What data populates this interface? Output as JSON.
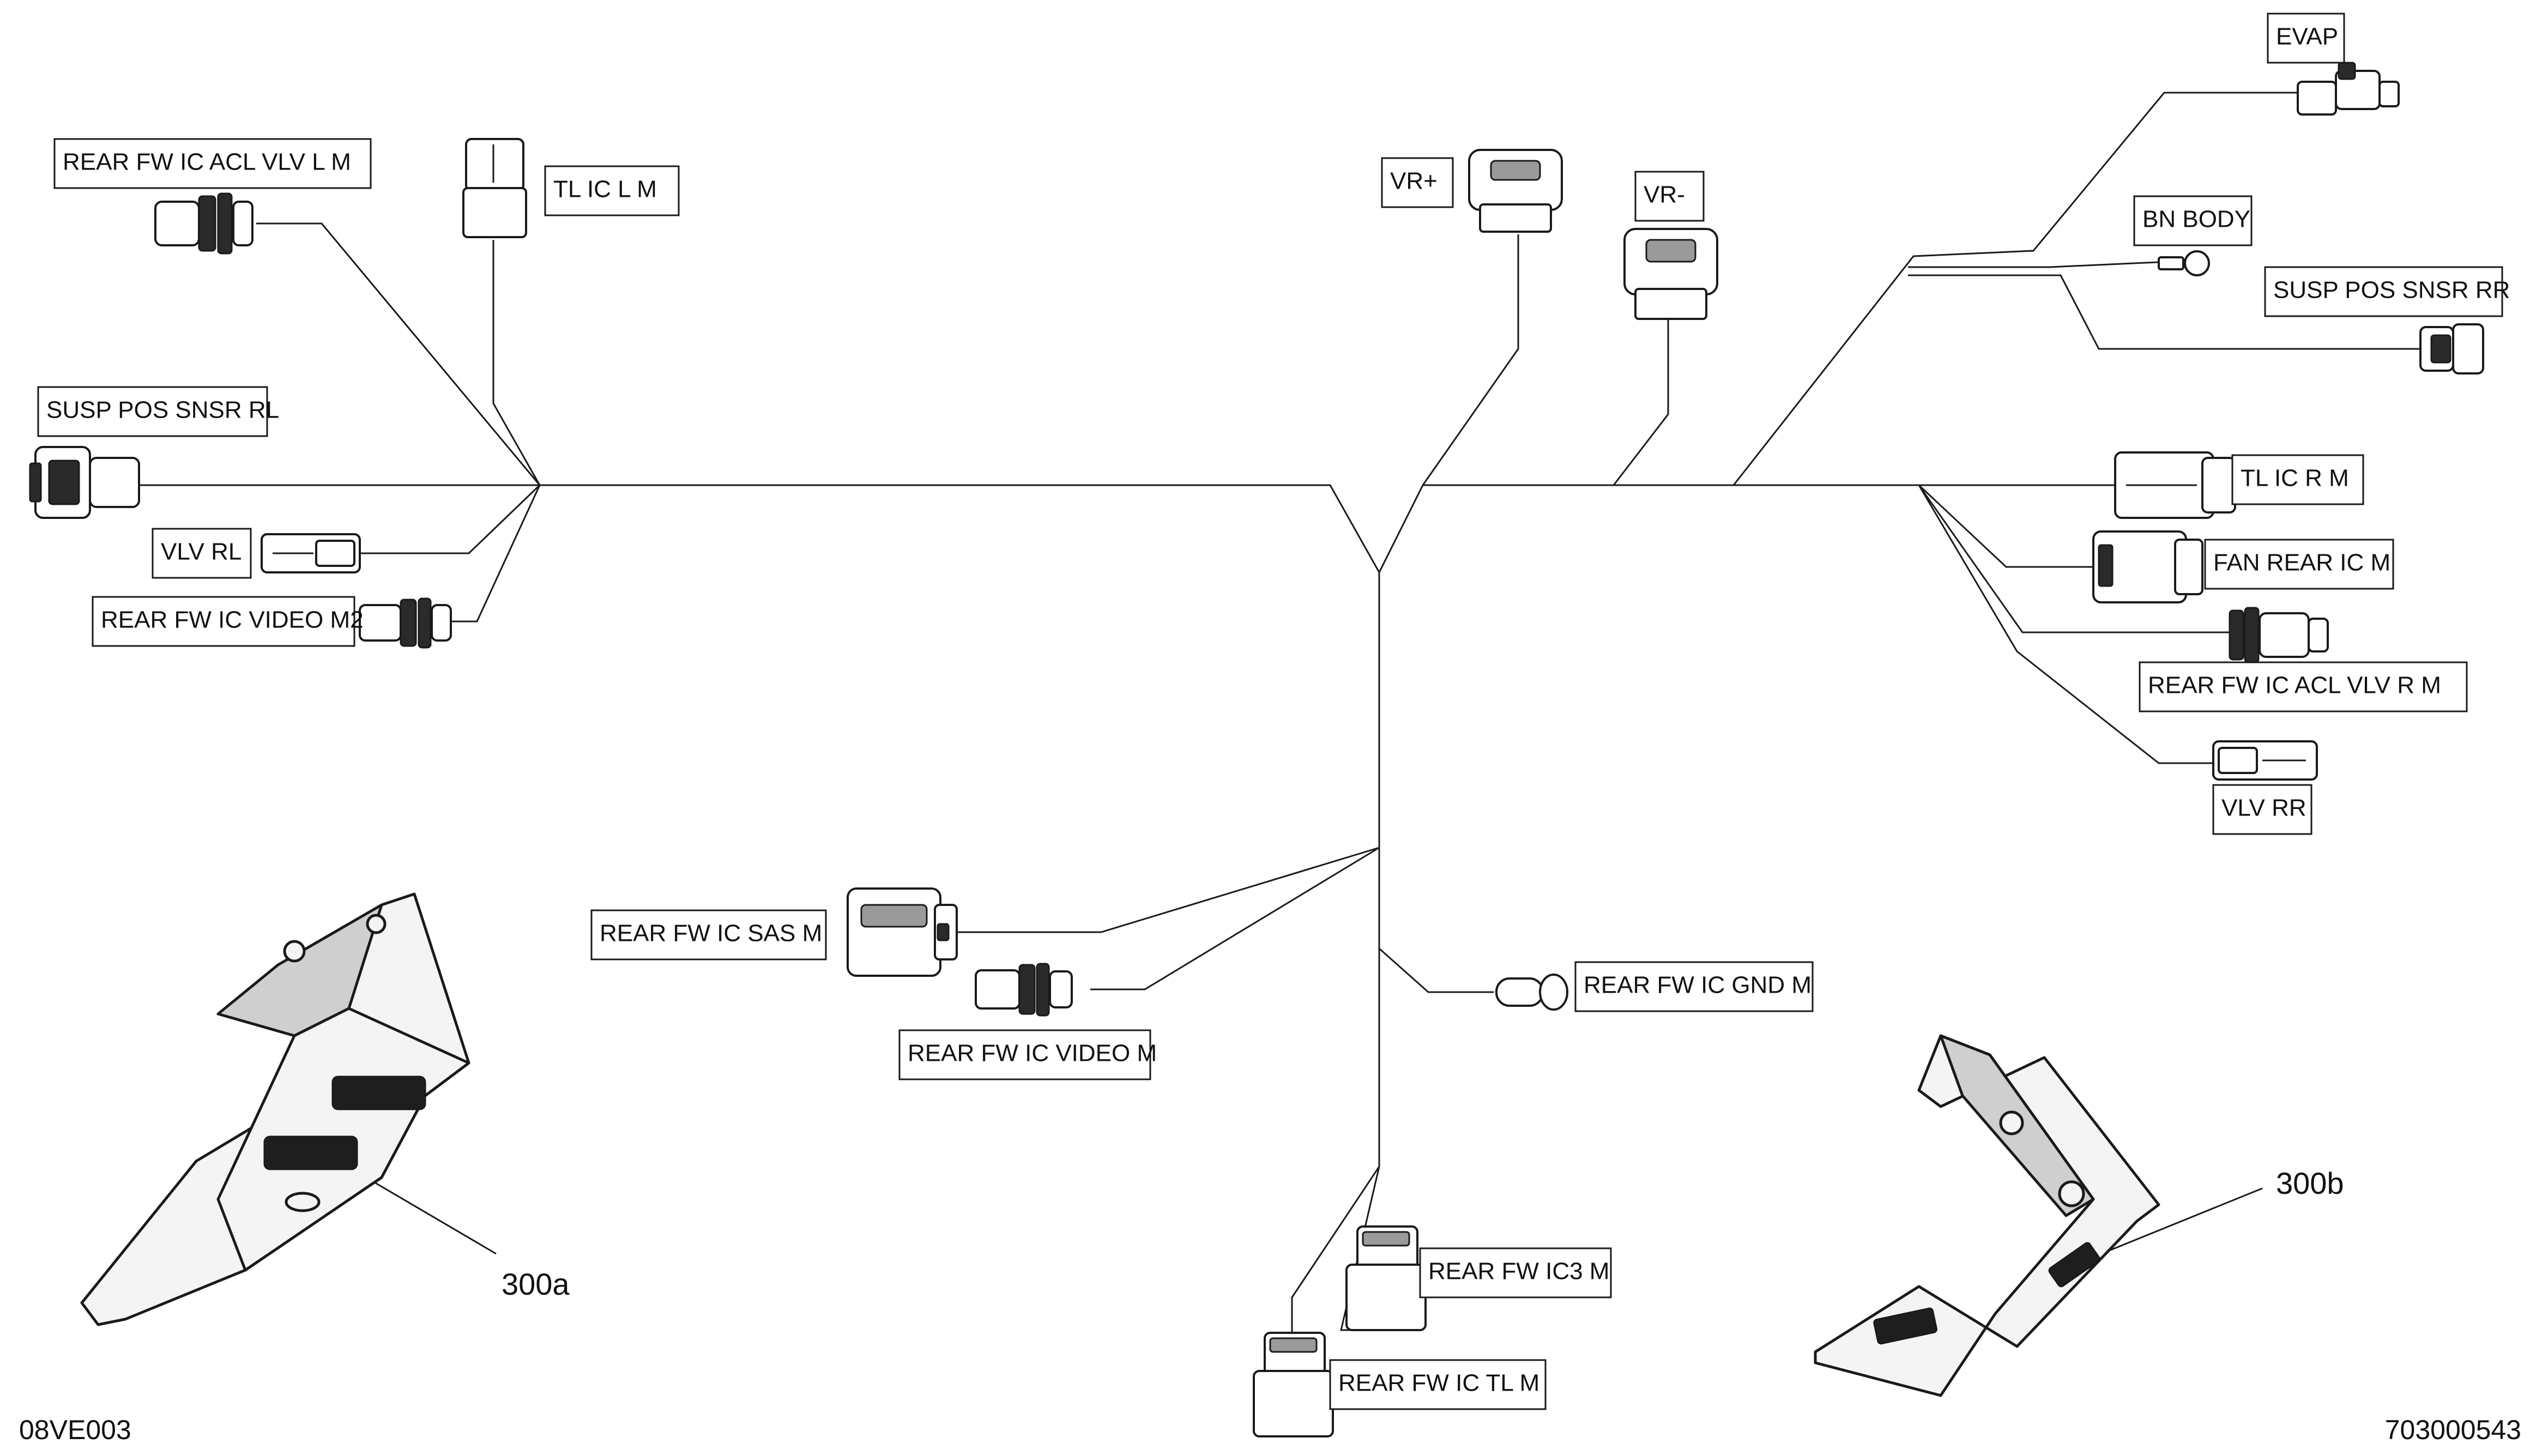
{
  "connector_labels": {
    "rear_fw_ic_acl_vlv_l_m": "REAR FW IC   ACL VLV L M",
    "tl_ic_l_m": "TL IC L M",
    "susp_pos_snsr_rl": "SUSP POS SNSR RL",
    "vlv_rl": "VLV RL",
    "rear_fw_ic_video_m2": "REAR FW IC VIDEO M2",
    "vr_plus": "VR+",
    "vr_minus": "VR-",
    "evap": "EVAP",
    "bn_body": "BN BODY",
    "susp_pos_snsr_rr": "SUSP POS SNSR RR",
    "tl_ic_r_m": "TL IC R M",
    "fan_rear_ic_m": "FAN REAR IC M",
    "rear_fw_ic_acl_vlv_r_m": "REAR FW IC   ACL VLV R M",
    "vlv_rr": "VLV RR",
    "rear_fw_ic_sas_m": "REAR FW IC SAS M",
    "rear_fw_ic_video_m": "REAR FW IC VIDEO M",
    "rear_fw_ic_gnd_m": "REAR FW IC GND M",
    "rear_fw_ic3_m": "REAR FW IC3 M",
    "rear_fw_ic_tl_m": "REAR FW IC TL M"
  },
  "reference_labels": {
    "bracket_left": "300a",
    "bracket_right": "300b"
  },
  "footer": {
    "left_code": "08VE003",
    "right_code": "703000543"
  },
  "colors": {
    "line": "#1a1a1a",
    "background": "#ffffff"
  }
}
